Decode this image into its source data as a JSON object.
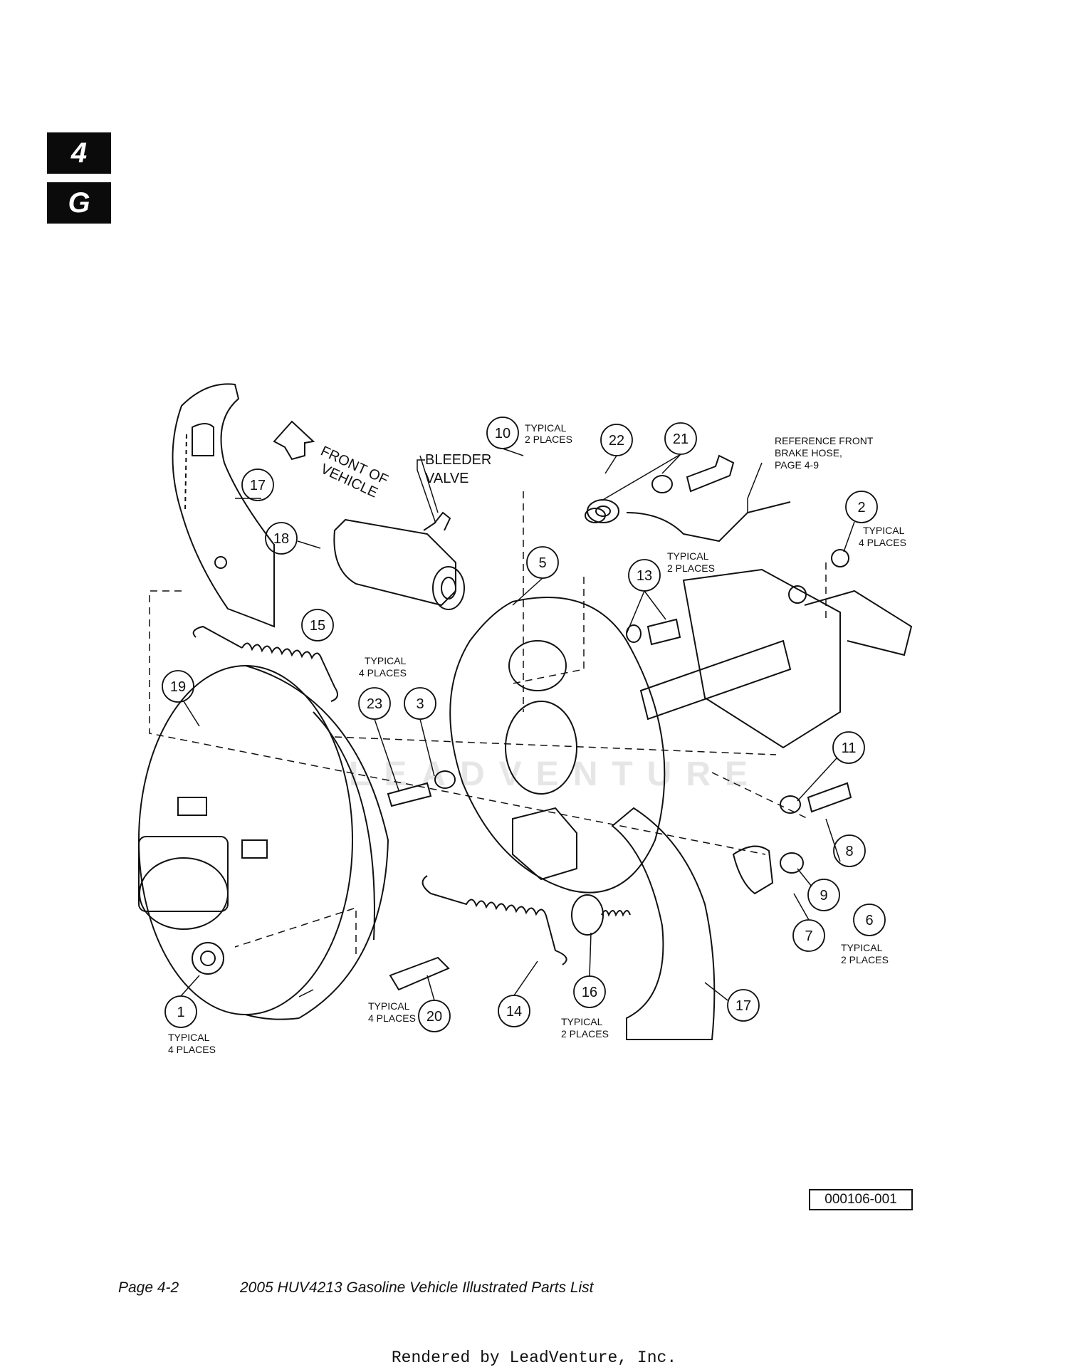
{
  "section_tab": {
    "number": "4",
    "letter": "G"
  },
  "diagram": {
    "callouts": {
      "c1": "1",
      "c2": "2",
      "c3": "3",
      "c5": "5",
      "c6": "6",
      "c7": "7",
      "c8": "8",
      "c9": "9",
      "c10": "10",
      "c11": "11",
      "c13": "13",
      "c14": "14",
      "c15": "15",
      "c16": "16",
      "c17a": "17",
      "c17b": "17",
      "c18": "18",
      "c19": "19",
      "c20": "20",
      "c21": "21",
      "c22": "22",
      "c23": "23"
    },
    "notes": {
      "front_line1": "FRONT OF",
      "front_line2": "VEHICLE",
      "bleeder_line1": "BLEEDER",
      "bleeder_line2": "VALVE",
      "typical": "TYPICAL",
      "two_places": "2 PLACES",
      "four_places": "4 PLACES",
      "ref_line1": "REFERENCE FRONT",
      "ref_line2": "BRAKE HOSE,",
      "ref_line3": "PAGE 4-9"
    },
    "watermark": "LEADVENTURE",
    "figure_id": "000106-001"
  },
  "footer": {
    "page": "Page 4-2",
    "title": "2005 HUV4213 Gasoline Vehicle Illustrated Parts List"
  },
  "rendered_by": "Rendered by LeadVenture, Inc."
}
